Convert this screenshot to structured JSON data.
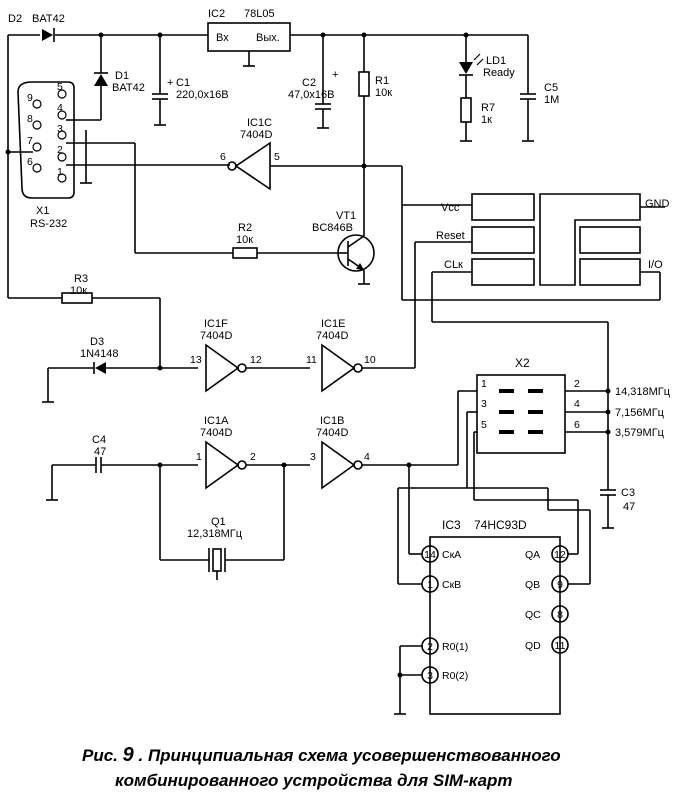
{
  "components": {
    "d2": {
      "ref": "D2",
      "value": "BAT42"
    },
    "ic2": {
      "ref": "IC2",
      "value": "78L05",
      "pin_in": "Вх",
      "pin_out": "Вых."
    },
    "d1": {
      "ref": "D1",
      "value": "BAT42"
    },
    "c1": {
      "ref": "C1",
      "value": "220,0х16В"
    },
    "c2": {
      "ref": "C2",
      "value": "47,0х16В"
    },
    "r1": {
      "ref": "R1",
      "value": "10к"
    },
    "ld1": {
      "ref": "LD1",
      "value": "Ready"
    },
    "r7": {
      "ref": "R7",
      "value": "1к"
    },
    "c5": {
      "ref": "C5",
      "value": "1M"
    },
    "x1": {
      "ref": "X1",
      "value": "RS-232",
      "pins": [
        "1",
        "2",
        "3",
        "4",
        "5",
        "6",
        "7",
        "8",
        "9"
      ]
    },
    "ic1c": {
      "ref": "IC1C",
      "value": "7404D",
      "pin_in": "5",
      "pin_out": "6"
    },
    "r2": {
      "ref": "R2",
      "value": "10к"
    },
    "vt1": {
      "ref": "VT1",
      "value": "BC846B"
    },
    "r3": {
      "ref": "R3",
      "value": "10к"
    },
    "d3": {
      "ref": "D3",
      "value": "1N4148"
    },
    "ic1f": {
      "ref": "IC1F",
      "value": "7404D",
      "pin_in": "13",
      "pin_out": "12"
    },
    "ic1e": {
      "ref": "IC1E",
      "value": "7404D",
      "pin_in": "11",
      "pin_out": "10"
    },
    "ic1a": {
      "ref": "IC1A",
      "value": "7404D",
      "pin_in": "1",
      "pin_out": "2"
    },
    "ic1b": {
      "ref": "IC1B",
      "value": "7404D",
      "pin_in": "3",
      "pin_out": "4"
    },
    "c4": {
      "ref": "C4",
      "value": "47"
    },
    "q1": {
      "ref": "Q1",
      "value": "12,318МГц"
    },
    "x2": {
      "ref": "X2",
      "pins": [
        "1",
        "2",
        "3",
        "4",
        "5",
        "6"
      ]
    },
    "c3": {
      "ref": "C3",
      "value": "47"
    },
    "ic3": {
      "ref": "IC3",
      "value": "74HC93D"
    }
  },
  "sim": {
    "vcc": "Vcc",
    "reset": "Reset",
    "clk": "CLк",
    "gnd": "GND",
    "io": "I/O"
  },
  "freqs": [
    "14,318МГц",
    "7,156МГц",
    "3,579МГц"
  ],
  "ic3_pins": {
    "cka": {
      "num": "14",
      "label": "СкА"
    },
    "ckb": {
      "num": "1",
      "label": "СкВ"
    },
    "r01": {
      "num": "2",
      "label": "R0(1)"
    },
    "r02": {
      "num": "3",
      "label": "R0(2)"
    },
    "qa": {
      "num": "12",
      "label": "QA"
    },
    "qb": {
      "num": "9",
      "label": "QB"
    },
    "qc": {
      "num": "8",
      "label": "QC"
    },
    "qd": {
      "num": "11",
      "label": "QD"
    }
  },
  "caption": {
    "prefix": "Рис.",
    "number": "9",
    "line1": ". Принципиальная схема усовершенствованного",
    "line2": "комбинированного устройства для SIM-карт"
  }
}
